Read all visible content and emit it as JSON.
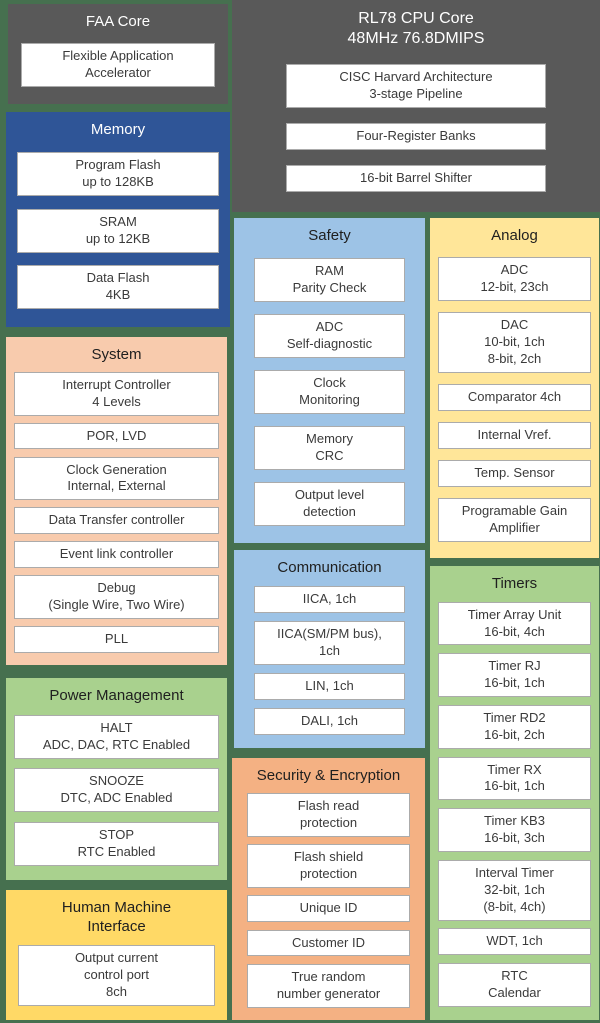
{
  "colors": {
    "background": "#46704f",
    "core_dark_gray": "#595959",
    "memory_blue": "#2f5597",
    "system_peach": "#f8cbad",
    "power_timers_green": "#a9d18e",
    "hmi_yellow": "#ffd966",
    "analog_light_yellow": "#ffe699",
    "safety_comm_light_blue": "#9dc3e6",
    "security_orange": "#f4b183",
    "item_background": "#ffffff"
  },
  "blocks": {
    "faa_core": {
      "title": "FAA Core",
      "items": [
        "Flexible Application\nAccelerator"
      ]
    },
    "cpu_core": {
      "title": "RL78 CPU Core\n48MHz 76.8DMIPS",
      "items": [
        "CISC Harvard Architecture\n3-stage Pipeline",
        "Four-Register Banks",
        "16-bit Barrel Shifter"
      ]
    },
    "memory": {
      "title": "Memory",
      "items": [
        "Program Flash\nup to 128KB",
        "SRAM\nup to 12KB",
        "Data Flash\n4KB"
      ]
    },
    "system": {
      "title": "System",
      "items": [
        "Interrupt Controller\n4 Levels",
        "POR, LVD",
        "Clock Generation\nInternal, External",
        "Data Transfer controller",
        "Event link controller",
        "Debug\n(Single Wire, Two Wire)",
        "PLL"
      ]
    },
    "power": {
      "title": "Power Management",
      "items": [
        "HALT\nADC, DAC, RTC Enabled",
        "SNOOZE\nDTC, ADC Enabled",
        "STOP\nRTC Enabled"
      ]
    },
    "hmi": {
      "title": "Human Machine\nInterface",
      "items": [
        "Output current\ncontrol port\n8ch"
      ]
    },
    "safety": {
      "title": "Safety",
      "items": [
        "RAM\nParity Check",
        "ADC\nSelf-diagnostic",
        "Clock\nMonitoring",
        "Memory\nCRC",
        "Output level\ndetection"
      ]
    },
    "communication": {
      "title": "Communication",
      "items": [
        "IICA, 1ch",
        "IICA(SM/PM bus),\n1ch",
        "LIN, 1ch",
        "DALI, 1ch"
      ]
    },
    "security": {
      "title": "Security & Encryption",
      "items": [
        "Flash read\nprotection",
        "Flash shield\nprotection",
        "Unique ID",
        "Customer ID",
        "True random\nnumber generator"
      ]
    },
    "analog": {
      "title": "Analog",
      "items": [
        "ADC\n12-bit, 23ch",
        "DAC\n10-bit, 1ch\n8-bit, 2ch",
        "Comparator 4ch",
        "Internal Vref.",
        "Temp. Sensor",
        "Programable Gain\nAmplifier"
      ]
    },
    "timers": {
      "title": "Timers",
      "items": [
        "Timer Array Unit\n16-bit, 4ch",
        "Timer RJ\n16-bit, 1ch",
        "Timer RD2\n16-bit, 2ch",
        "Timer RX\n16-bit, 1ch",
        "Timer KB3\n16-bit, 3ch",
        "Interval Timer\n32-bit, 1ch\n(8-bit, 4ch)",
        "WDT, 1ch",
        "RTC\nCalendar"
      ]
    }
  }
}
